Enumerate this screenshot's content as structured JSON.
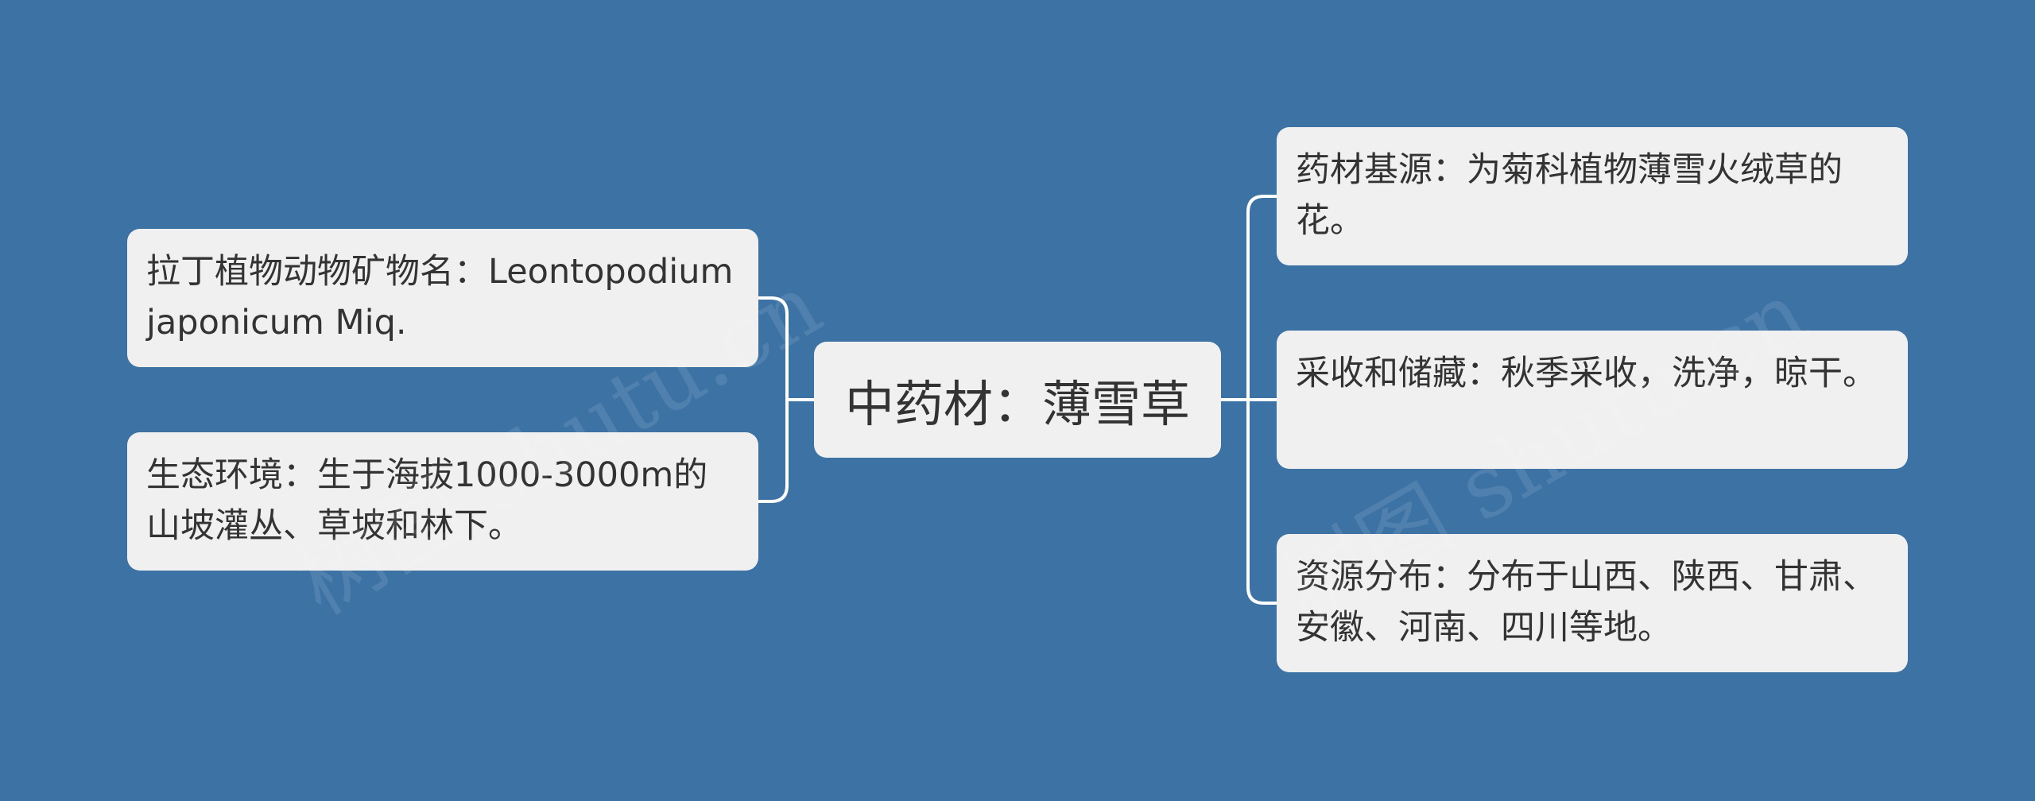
{
  "mindmap": {
    "root": "中药材：薄雪草",
    "left_nodes": [
      "拉丁植物动物矿物名：Leontopodium japonicum Miq.",
      "生态环境：生于海拔1000-3000m的山坡灌丛、草坡和林下。"
    ],
    "right_nodes": [
      "药材基源：为菊科植物薄雪火绒草的花。",
      "采收和储藏：秋季采收，洗净，晾干。",
      "资源分布：分布于山西、陕西、甘肃、安徽、河南、四川等地。"
    ]
  },
  "watermark": "树图 shutu.cn",
  "colors": {
    "background": "#3d72a4",
    "node_fill": "#f0f0f0",
    "connector": "#ffffff",
    "text": "#333333"
  }
}
